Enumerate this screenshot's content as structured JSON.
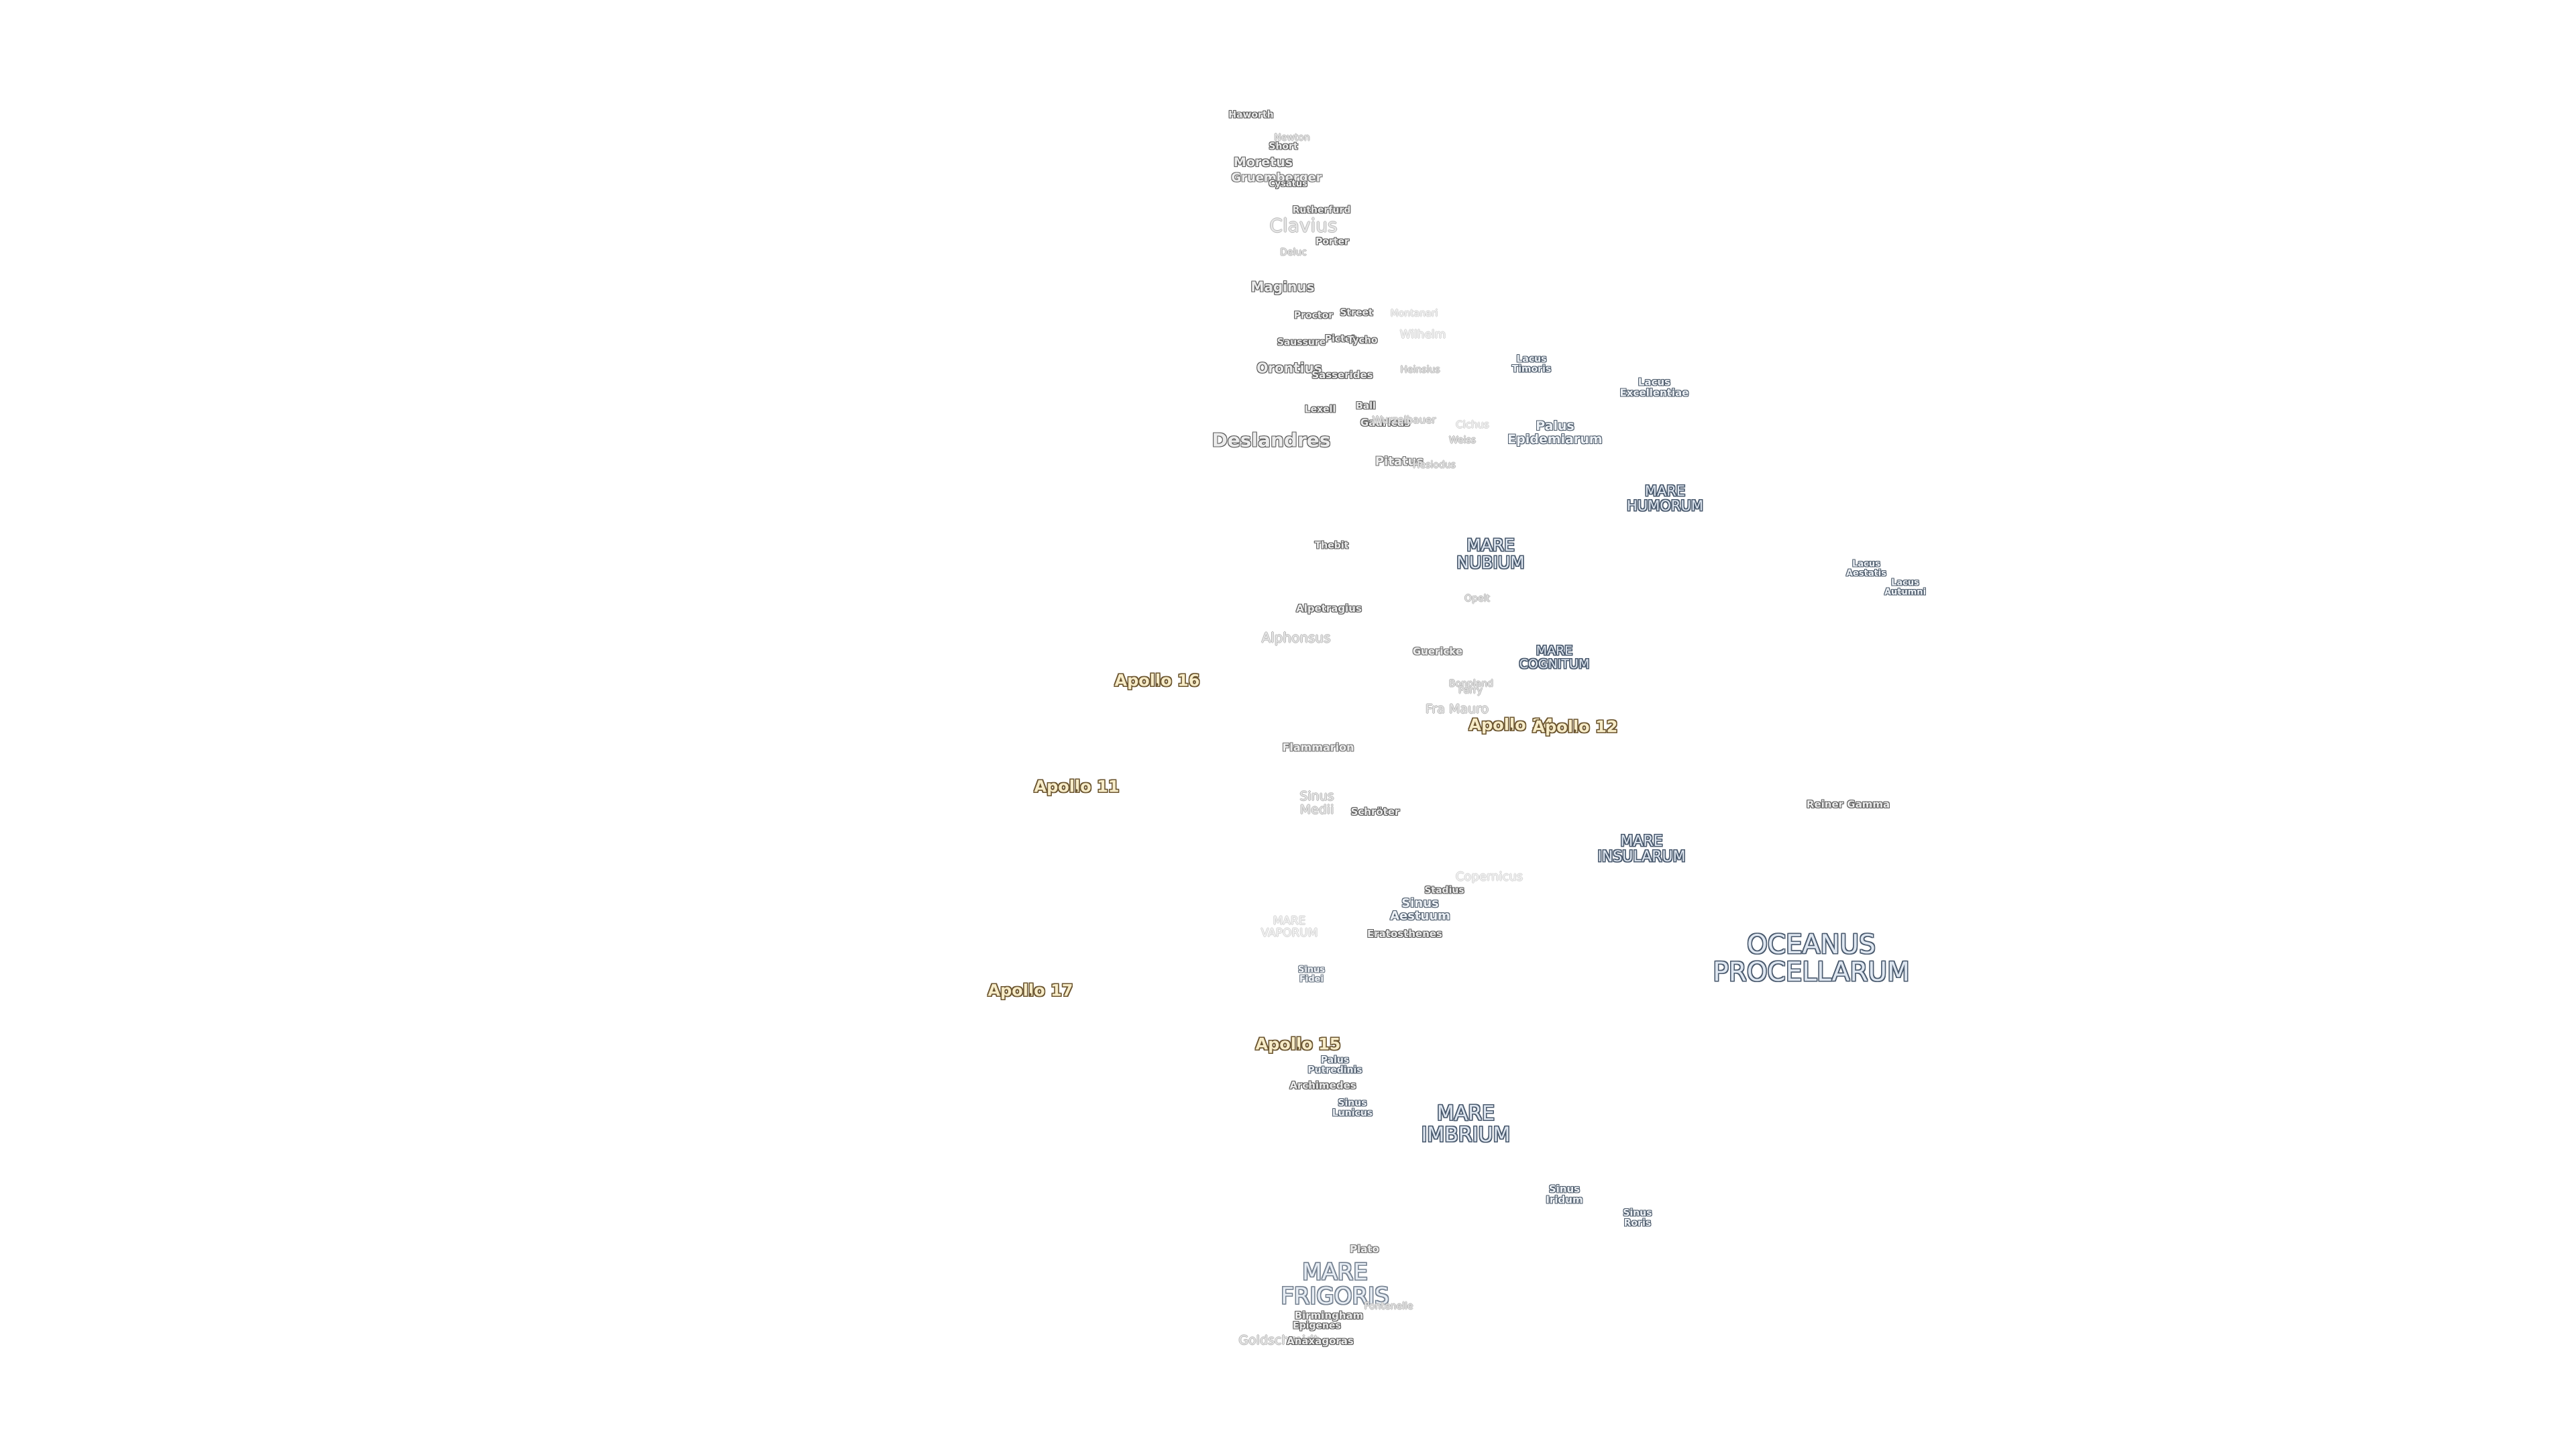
{
  "map": {
    "maria": [
      {
        "id": "oceanus-procellarum",
        "text": "OCEANUS\nPROCELLARUM"
      },
      {
        "id": "mare-imbrium",
        "text": "MARE\nIMBRIUM"
      },
      {
        "id": "mare-frigoris",
        "text": "MARE\nFRIGORIS"
      },
      {
        "id": "mare-nubium",
        "text": "MARE\nNUBIUM"
      },
      {
        "id": "mare-humorum",
        "text": "MARE\nHUMORUM"
      },
      {
        "id": "mare-cognitum",
        "text": "MARE\nCOGNITUM"
      },
      {
        "id": "mare-insularum",
        "text": "MARE\nINSULARUM"
      },
      {
        "id": "mare-vaporum",
        "text": "MARE\nVAPORUM"
      }
    ],
    "lakes_bays": [
      {
        "id": "lacus-timoris",
        "text": "Lacus\nTimoris"
      },
      {
        "id": "lacus-excellentiae",
        "text": "Lacus\nExcellentiae"
      },
      {
        "id": "palus-epidemiarum",
        "text": "Palus\nEpidemiarum"
      },
      {
        "id": "lacus-aestatis",
        "text": "Lacus\nAestatis"
      },
      {
        "id": "lacus-autumni",
        "text": "Lacus\nAutumni"
      },
      {
        "id": "sinus-aestuum",
        "text": "Sinus\nAestuum"
      },
      {
        "id": "sinus-medii",
        "text": "Sinus\nMedii"
      },
      {
        "id": "sinus-fidei",
        "text": "Sinus\nFidei"
      },
      {
        "id": "palus-putredinis",
        "text": "Palus\nPutredinis"
      },
      {
        "id": "sinus-lunicus",
        "text": "Sinus\nLunicus"
      },
      {
        "id": "sinus-iridum",
        "text": "Sinus\nIridum"
      },
      {
        "id": "sinus-roris",
        "text": "Sinus\nRoris"
      }
    ],
    "craters": [
      {
        "id": "haworth",
        "text": "Haworth"
      },
      {
        "id": "newton",
        "text": "Newton"
      },
      {
        "id": "short",
        "text": "Short"
      },
      {
        "id": "moretus",
        "text": "Moretus"
      },
      {
        "id": "gruemberger",
        "text": "Gruemberger"
      },
      {
        "id": "cysatus",
        "text": "Cysatus"
      },
      {
        "id": "rutherfurd",
        "text": "Rutherfurd"
      },
      {
        "id": "clavius",
        "text": "Clavius"
      },
      {
        "id": "porter",
        "text": "Porter"
      },
      {
        "id": "deluc",
        "text": "Deluc"
      },
      {
        "id": "maginus",
        "text": "Maginus"
      },
      {
        "id": "proctor",
        "text": "Proctor"
      },
      {
        "id": "street",
        "text": "Street"
      },
      {
        "id": "montanari",
        "text": "Montanari"
      },
      {
        "id": "saussure",
        "text": "Saussure"
      },
      {
        "id": "pictet",
        "text": "Pictet"
      },
      {
        "id": "tycho",
        "text": "Tycho"
      },
      {
        "id": "wilhelm",
        "text": "Wilhelm"
      },
      {
        "id": "orontius",
        "text": "Orontius"
      },
      {
        "id": "sasserides",
        "text": "Sasserides"
      },
      {
        "id": "heinsius",
        "text": "Heinsius"
      },
      {
        "id": "lexell",
        "text": "Lexell"
      },
      {
        "id": "ball",
        "text": "Ball"
      },
      {
        "id": "gauricus",
        "text": "Gauricus"
      },
      {
        "id": "hesiodus",
        "text": "Hesiodus"
      },
      {
        "id": "wurzelbauer",
        "text": "Wurzelbauer"
      },
      {
        "id": "cichus",
        "text": "Cichus"
      },
      {
        "id": "weiss",
        "text": "Weiss"
      },
      {
        "id": "deslandres",
        "text": "Deslandres"
      },
      {
        "id": "pitatus",
        "text": "Pitatus"
      },
      {
        "id": "thebit",
        "text": "Thebit"
      },
      {
        "id": "opelt",
        "text": "Opelt"
      },
      {
        "id": "alpetragius",
        "text": "Alpetragius"
      },
      {
        "id": "alphonsus",
        "text": "Alphonsus"
      },
      {
        "id": "guericke",
        "text": "Guericke"
      },
      {
        "id": "bonpland",
        "text": "Bonpland"
      },
      {
        "id": "parry",
        "text": "Parry"
      },
      {
        "id": "fra-mauro",
        "text": "Fra Mauro"
      },
      {
        "id": "flammarion",
        "text": "Flammarion"
      },
      {
        "id": "schroter",
        "text": "Schröter"
      },
      {
        "id": "reiner-gamma",
        "text": "Reiner Gamma"
      },
      {
        "id": "copernicus",
        "text": "Copernicus"
      },
      {
        "id": "stadius",
        "text": "Stadius"
      },
      {
        "id": "eratosthenes",
        "text": "Eratosthenes"
      },
      {
        "id": "archimedes",
        "text": "Archimedes"
      },
      {
        "id": "plato",
        "text": "Plato"
      },
      {
        "id": "fontenelle",
        "text": "Fontenelle"
      },
      {
        "id": "birmingham",
        "text": "Birmingham"
      },
      {
        "id": "epigenes",
        "text": "Epigenes"
      },
      {
        "id": "goldschmidt",
        "text": "Goldschmidt"
      },
      {
        "id": "anaxagoras",
        "text": "Anaxagoras"
      }
    ],
    "apollo": [
      {
        "id": "apollo-16",
        "text": "Apollo 16"
      },
      {
        "id": "apollo-11",
        "text": "Apollo 11"
      },
      {
        "id": "apollo-14",
        "text": "Apollo 14"
      },
      {
        "id": "apollo-12",
        "text": "Apollo 12"
      },
      {
        "id": "apollo-17",
        "text": "Apollo 17"
      },
      {
        "id": "apollo-15",
        "text": "Apollo 15"
      }
    ]
  }
}
